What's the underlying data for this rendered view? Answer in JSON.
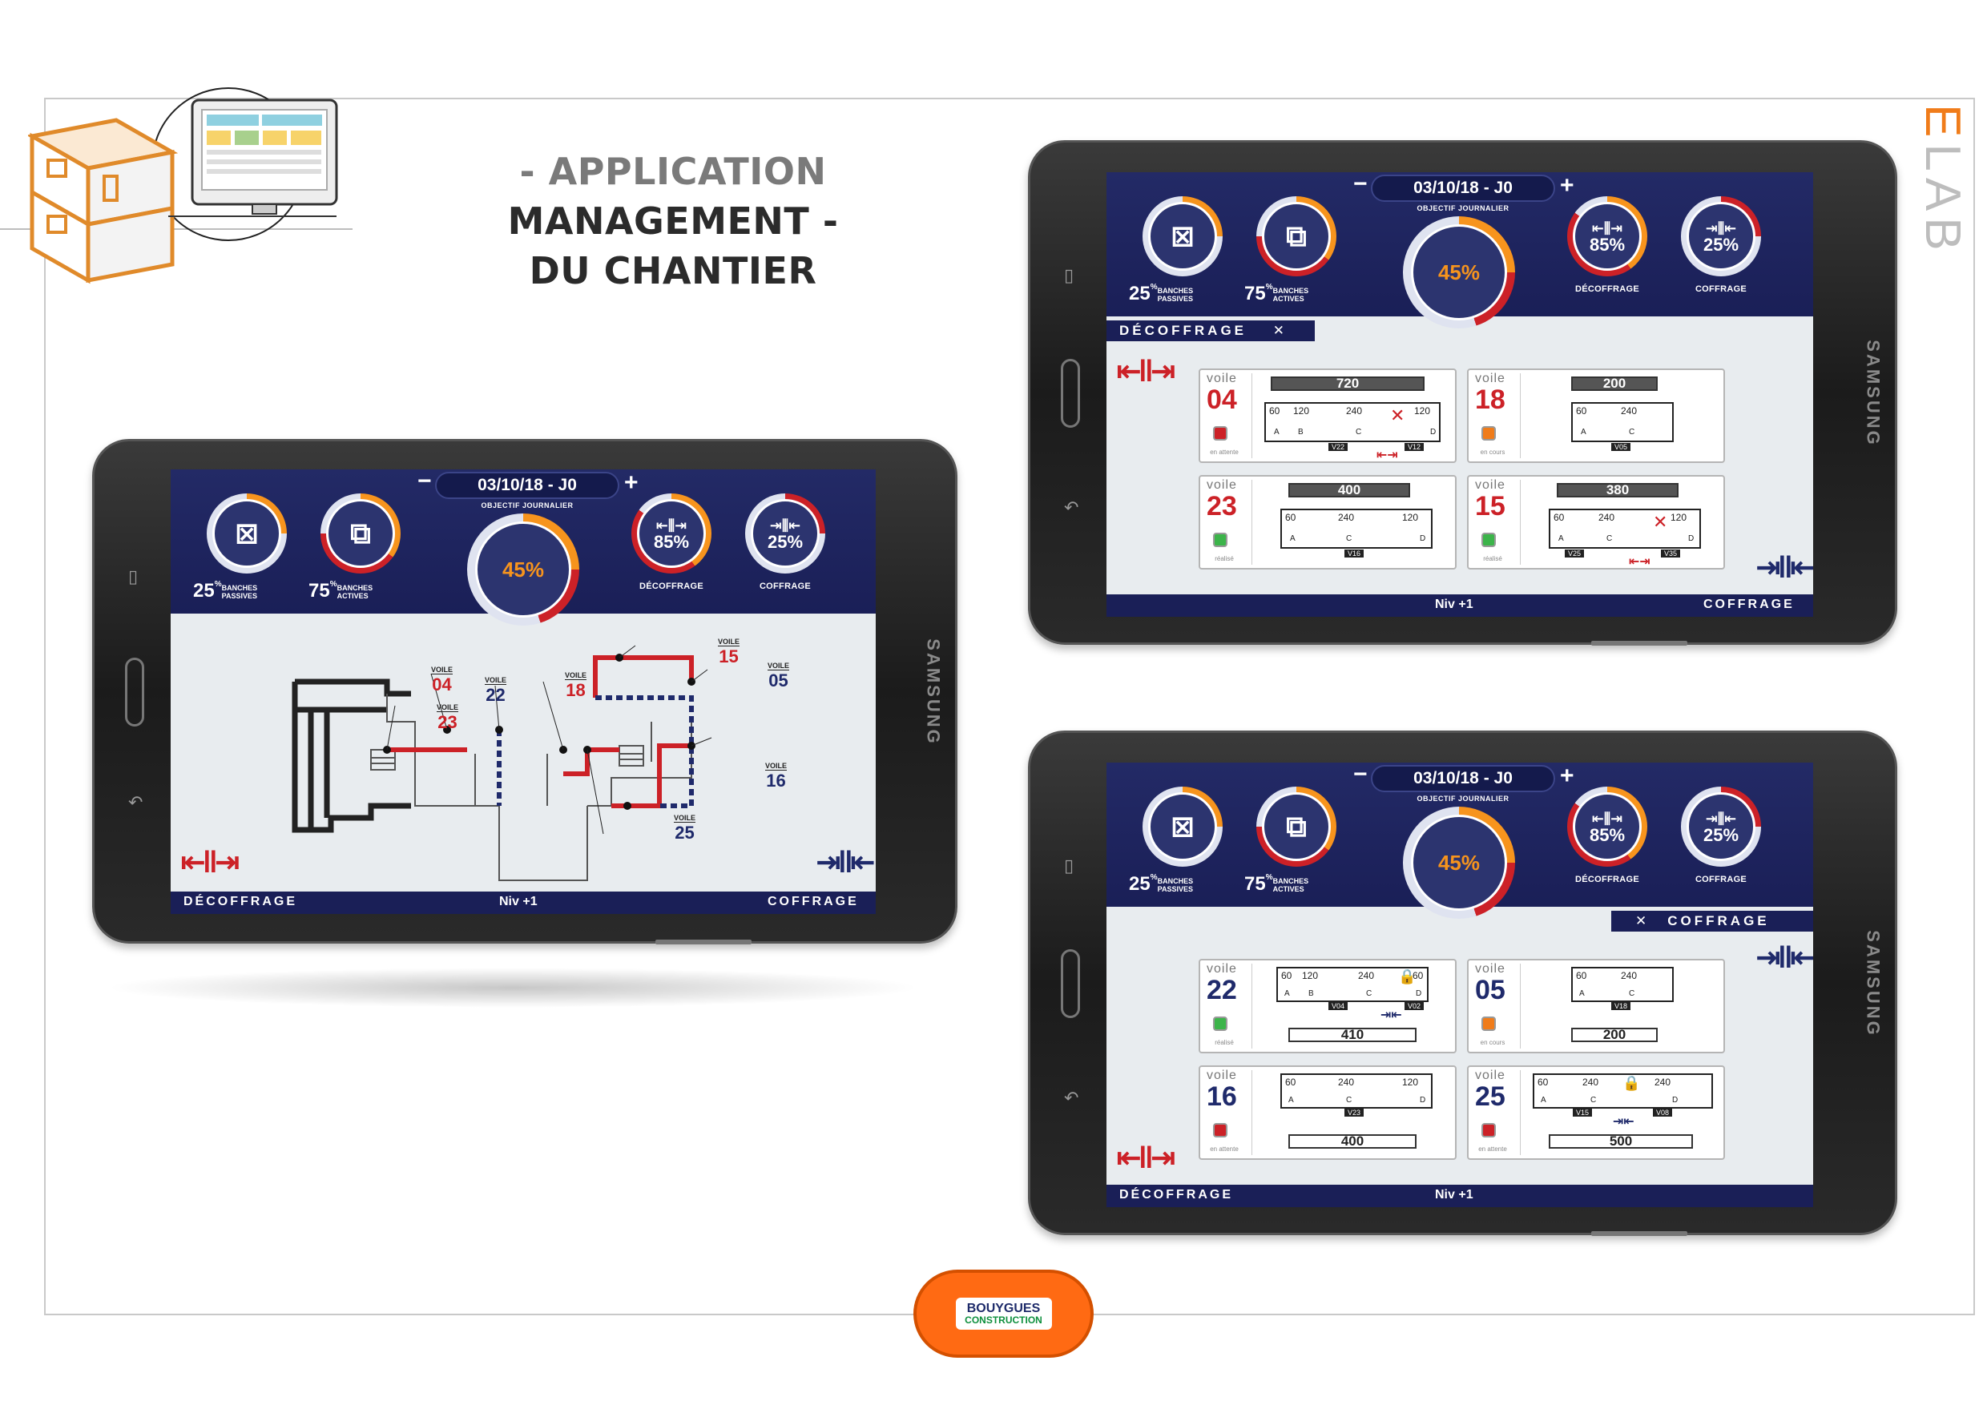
{
  "title": {
    "light": "- APPLICATION ",
    "bold": "MANAGEMENT -",
    "line2": "DU CHANTIER"
  },
  "brand_corner": {
    "e": "E",
    "rest": "LAB"
  },
  "footer_logo": {
    "line1": "BOUYGUES",
    "line2": "CONSTRUCTION"
  },
  "tablet_brand": "SAMSUNG",
  "app": {
    "date": "03/10/18 - J0",
    "minus": "−",
    "plus": "+",
    "objectif": "OBJECTIF JOURNALIER",
    "objectif_pct": "45",
    "pct_sign": "%",
    "passives_pct": "25",
    "passives_label1": "BANCHES",
    "passives_label2": "PASSIVES",
    "actives_pct": "75",
    "actives_label1": "BANCHES",
    "actives_label2": "ACTIVES",
    "decoffrage_pct": "85",
    "coffrage_pct": "25",
    "decoffrage": "DÉCOFFRAGE",
    "coffrage": "COFFRAGE",
    "niveau": "Niv +1",
    "close": "✕"
  },
  "plan_labels": {
    "voile": "VOILE",
    "v04": "04",
    "v23": "23",
    "v22": "22",
    "v18": "18",
    "v15": "15",
    "v05": "05",
    "v16": "16",
    "v25": "25"
  },
  "cards_decoffrage": [
    {
      "voile": "voile",
      "num": "04",
      "status": "en attente",
      "top": "720",
      "segs": [
        "60",
        "120",
        "240",
        "120"
      ],
      "letters": [
        "A",
        "B",
        "C",
        "D"
      ],
      "codes": [
        "V22",
        "V12"
      ]
    },
    {
      "voile": "voile",
      "num": "18",
      "status": "en cours",
      "top": "200",
      "segs": [
        "60",
        "240"
      ],
      "letters": [
        "A",
        "C"
      ],
      "codes": [
        "V05"
      ]
    },
    {
      "voile": "voile",
      "num": "23",
      "status": "réalisé",
      "top": "400",
      "segs": [
        "60",
        "240",
        "120"
      ],
      "letters": [
        "A",
        "C",
        "D"
      ],
      "codes": [
        "V16"
      ]
    },
    {
      "voile": "voile",
      "num": "15",
      "status": "réalisé",
      "top": "380",
      "segs": [
        "60",
        "240",
        "120"
      ],
      "letters": [
        "A",
        "C",
        "D"
      ],
      "codes": [
        "V25",
        "V35"
      ]
    }
  ],
  "cards_coffrage": [
    {
      "voile": "voile",
      "num": "22",
      "status": "réalisé",
      "bottom": "410",
      "segs": [
        "60",
        "120",
        "240",
        "60"
      ],
      "letters": [
        "A",
        "B",
        "C",
        "D"
      ],
      "codes": [
        "V04",
        "V02"
      ]
    },
    {
      "voile": "voile",
      "num": "05",
      "status": "en cours",
      "bottom": "200",
      "segs": [
        "60",
        "240"
      ],
      "letters": [
        "A",
        "C"
      ],
      "codes": [
        "V18"
      ]
    },
    {
      "voile": "voile",
      "num": "16",
      "status": "en attente",
      "bottom": "400",
      "segs": [
        "60",
        "240",
        "120"
      ],
      "letters": [
        "A",
        "C",
        "D"
      ],
      "codes": [
        "V23"
      ]
    },
    {
      "voile": "voile",
      "num": "25",
      "status": "en attente",
      "bottom": "500",
      "segs": [
        "60",
        "240",
        "240"
      ],
      "letters": [
        "A",
        "C",
        "D"
      ],
      "codes": [
        "V15",
        "V08"
      ]
    }
  ],
  "colors": {
    "navy": "#1a1f57",
    "red": "#cc2127",
    "orange": "#f07c1a",
    "green": "#3cb44a"
  }
}
